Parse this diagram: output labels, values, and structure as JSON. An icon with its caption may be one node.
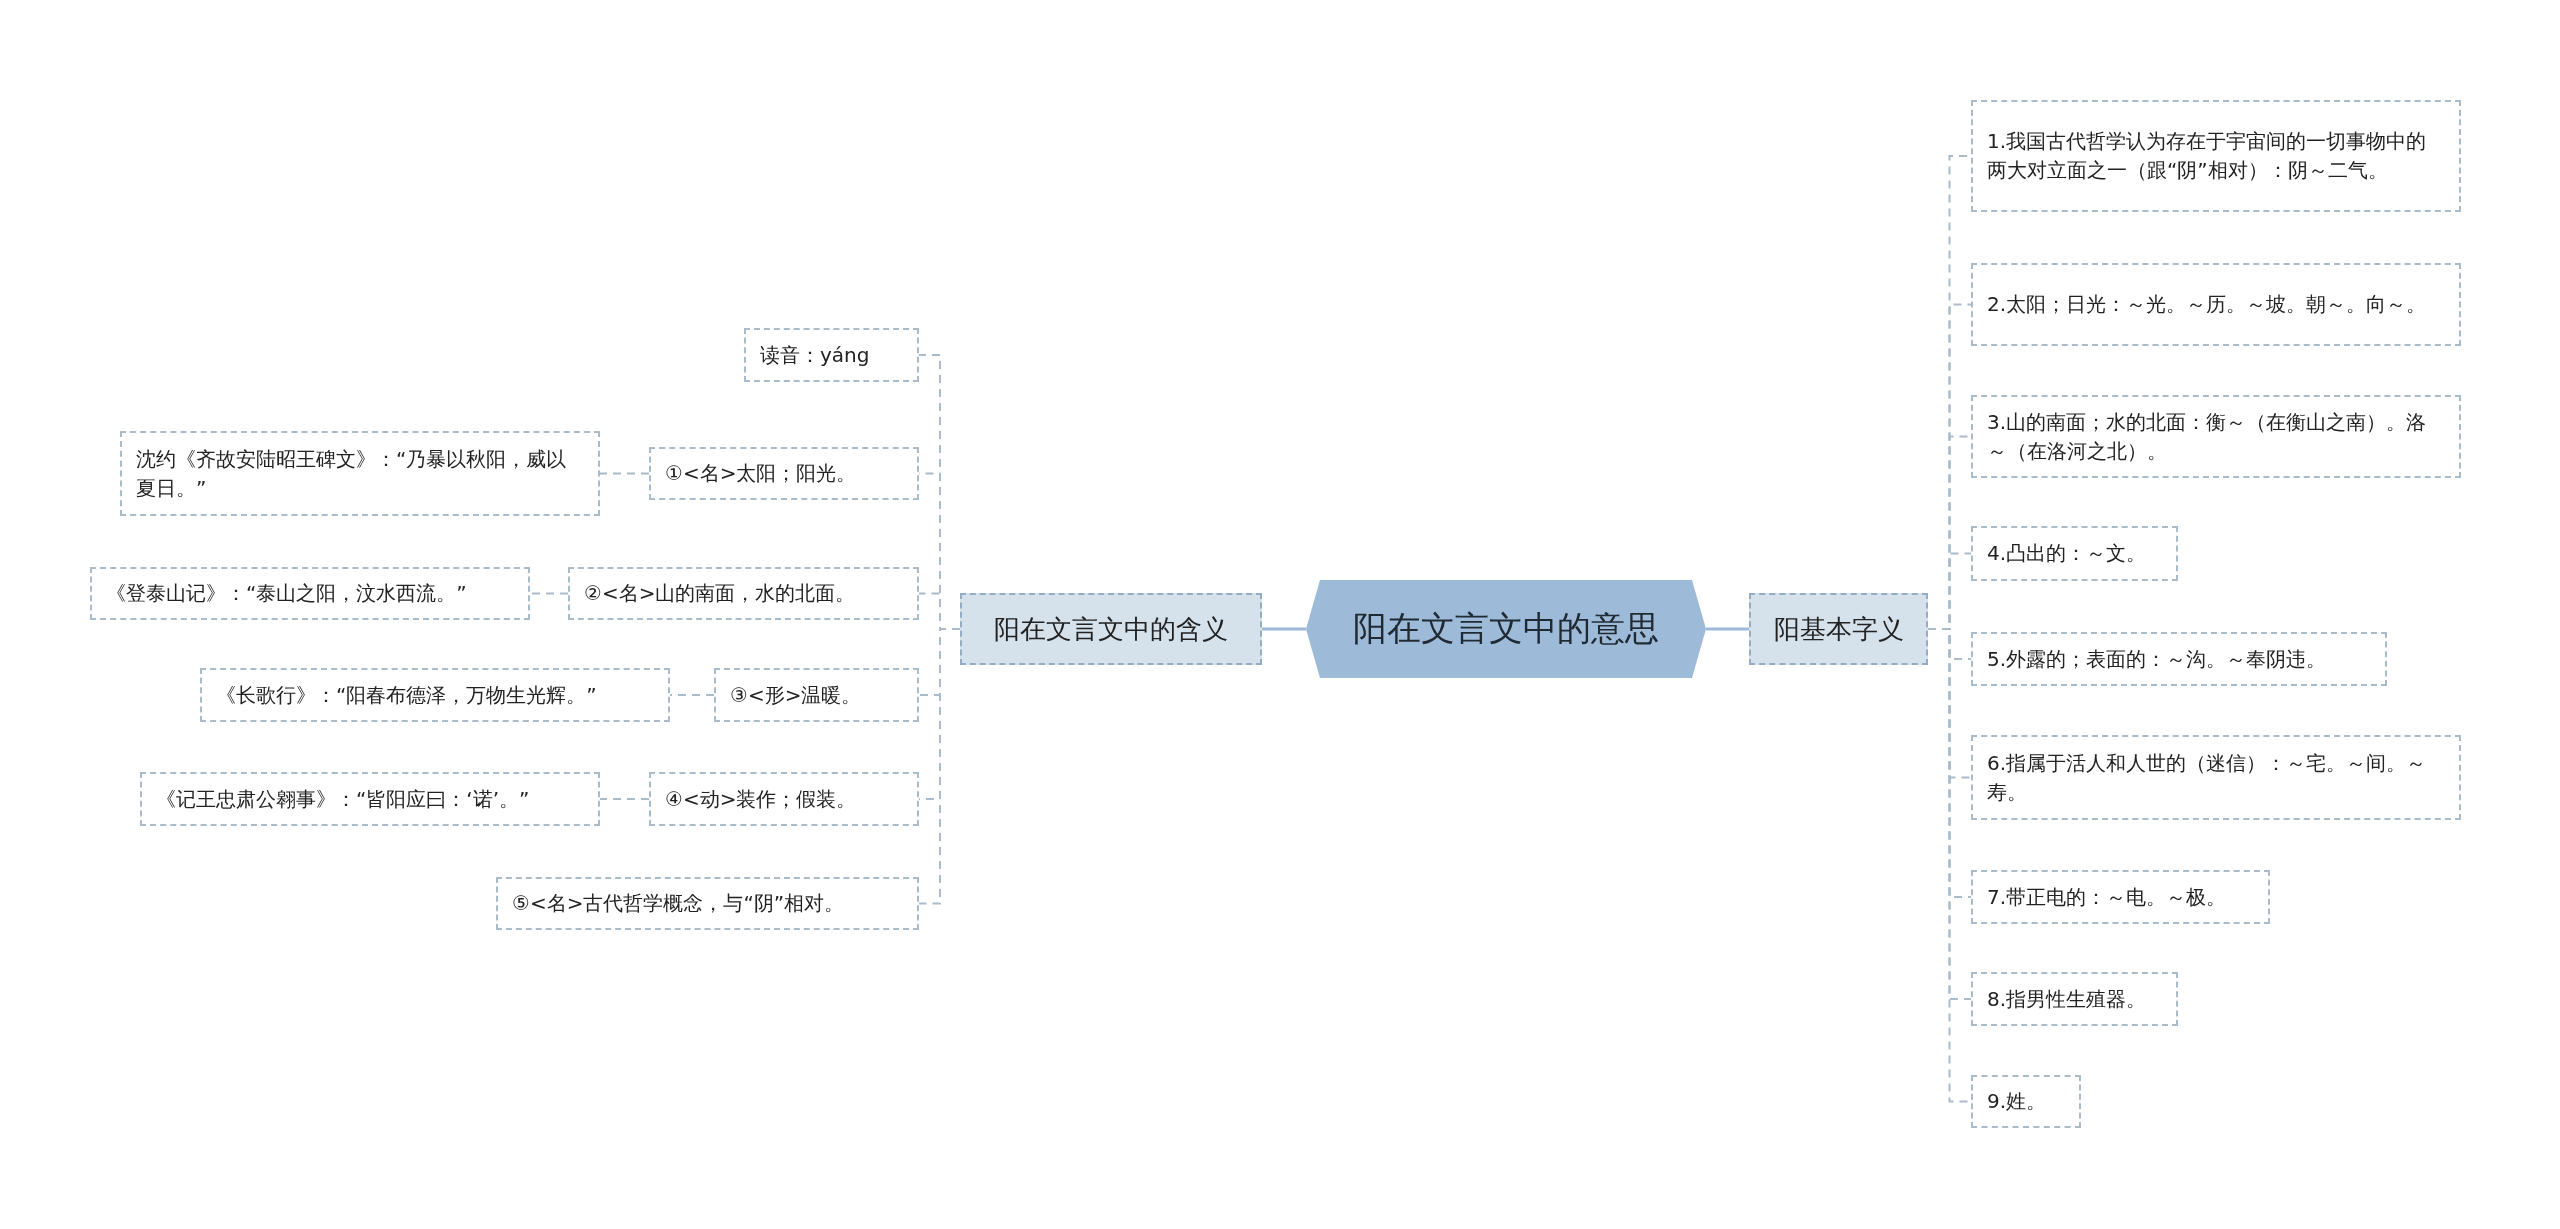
{
  "diagram": {
    "nodes": [
      {
        "text": [
          "阳在文言文中的意思"
        ]
      },
      {
        "text": [
          "阳在文言文中的含义"
        ]
      },
      {
        "text": [
          "读音：yáng"
        ]
      },
      {
        "text": [
          "①<名>太阳；阳光。"
        ]
      },
      {
        "text": [
          "沈约《齐故安陆昭王碑文》：“乃暴以秋阳，威以夏日。”"
        ]
      },
      {
        "text": [
          "②<名>山的南面，水的北面。"
        ]
      },
      {
        "text": [
          "《登泰山记》：“泰山之阳，汶水西流。”"
        ]
      },
      {
        "text": [
          "③<形>温暖。"
        ]
      },
      {
        "text": [
          "《长歌行》：“阳春布德泽，万物生光辉。”"
        ]
      },
      {
        "text": [
          "④<动>装作；假装。"
        ]
      },
      {
        "text": [
          "《记王忠肃公翱事》：“皆阳应曰：‘诺’。”"
        ]
      },
      {
        "text": [
          "⑤<名>古代哲学概念，与“阴”相对。"
        ]
      },
      {
        "text": [
          "阳基本字义"
        ]
      },
      {
        "text": [
          "1.我国古代哲学认为存在于宇宙间的一切事物中的两大对立面之一（跟“阴”相对）：阴～二气。"
        ]
      },
      {
        "text": [
          "2.太阳；日光：～光。～历。～坡。朝～。向～。"
        ]
      },
      {
        "text": [
          "3.山的南面；水的北面：衡～（在衡山之南）。洛～（在洛河之北）。"
        ]
      },
      {
        "text": [
          "4.凸出的：～文。"
        ]
      },
      {
        "text": [
          "5.外露的；表面的：～沟。～奉阴违。"
        ]
      },
      {
        "text": [
          "6.指属于活人和人世的（迷信）：～宅。～间。～寿。"
        ]
      },
      {
        "text": [
          "7.带正电的：～电。～极。"
        ]
      },
      {
        "text": [
          "8.指男性生殖器。"
        ]
      },
      {
        "text": [
          "9.姓。"
        ]
      }
    ],
    "edges": [
      {
        "from": 0,
        "to": 1,
        "arrow": "none",
        "color": "#9dbbd9"
      },
      {
        "from": 1,
        "to": 2,
        "arrow": "none",
        "style": "dashed"
      },
      {
        "from": 1,
        "to": 3,
        "arrow": "none",
        "style": "dashed"
      },
      {
        "from": 3,
        "to": 4,
        "arrow": "none",
        "style": "dashed"
      },
      {
        "from": 1,
        "to": 5,
        "arrow": "none",
        "style": "dashed"
      },
      {
        "from": 5,
        "to": 6,
        "arrow": "none",
        "style": "dashed"
      },
      {
        "from": 1,
        "to": 7,
        "arrow": "none",
        "style": "dashed"
      },
      {
        "from": 7,
        "to": 8,
        "arrow": "none",
        "style": "dashed"
      },
      {
        "from": 1,
        "to": 9,
        "arrow": "none",
        "style": "dashed"
      },
      {
        "from": 9,
        "to": 10,
        "arrow": "none",
        "style": "dashed"
      },
      {
        "from": 1,
        "to": 11,
        "arrow": "none",
        "style": "dashed"
      },
      {
        "from": 0,
        "to": 12,
        "arrow": "none",
        "color": "#9dbbd9"
      },
      {
        "from": 12,
        "to": 13,
        "arrow": "none",
        "style": "dashed"
      },
      {
        "from": 12,
        "to": 14,
        "arrow": "none",
        "style": "dashed"
      },
      {
        "from": 12,
        "to": 15,
        "arrow": "none",
        "style": "dashed"
      },
      {
        "from": 12,
        "to": 16,
        "arrow": "none",
        "style": "dashed"
      },
      {
        "from": 12,
        "to": 17,
        "arrow": "none",
        "style": "dashed"
      },
      {
        "from": 12,
        "to": 18,
        "arrow": "none",
        "style": "dashed"
      },
      {
        "from": 12,
        "to": 19,
        "arrow": "none",
        "style": "dashed"
      },
      {
        "from": 12,
        "to": 20,
        "arrow": "none",
        "style": "dashed"
      },
      {
        "from": 12,
        "to": 21,
        "arrow": "none",
        "style": "dashed"
      }
    ]
  }
}
